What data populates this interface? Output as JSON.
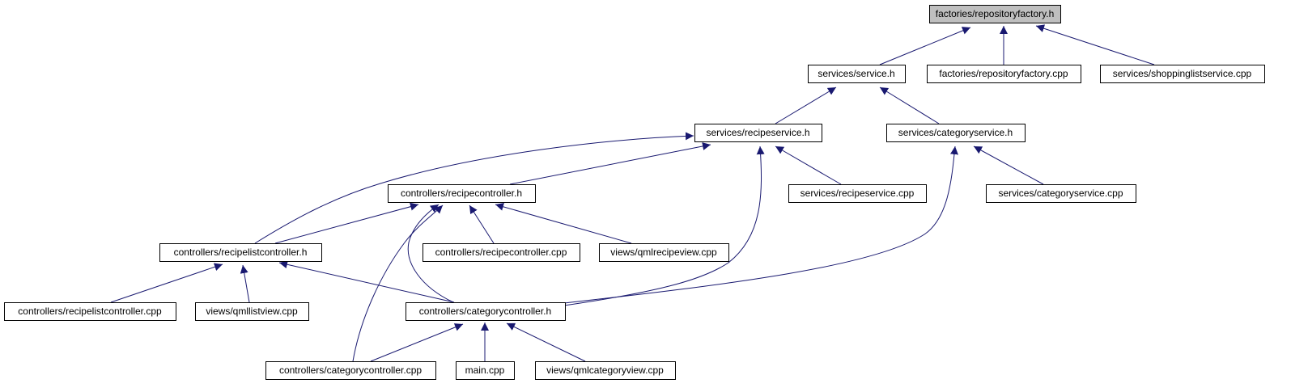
{
  "colors": {
    "edge": "#191970",
    "root_fill": "#bfbfbf",
    "node_fill": "#ffffff",
    "node_border": "#000000"
  },
  "nodes": {
    "repositoryfactory_h": "factories/repositoryfactory.h",
    "service_h": "services/service.h",
    "repositoryfactory_cpp": "factories/repositoryfactory.cpp",
    "shoppinglistservice_cpp": "services/shoppinglistservice.cpp",
    "recipeservice_h": "services/recipeservice.h",
    "categoryservice_h": "services/categoryservice.h",
    "recipecontroller_h": "controllers/recipecontroller.h",
    "recipeservice_cpp": "services/recipeservice.cpp",
    "categoryservice_cpp": "services/categoryservice.cpp",
    "recipelistcontroller_h": "controllers/recipelistcontroller.h",
    "recipecontroller_cpp": "controllers/recipecontroller.cpp",
    "qmlrecipeview_cpp": "views/qmlrecipeview.cpp",
    "recipelistcontroller_cpp": "controllers/recipelistcontroller.cpp",
    "qmllistview_cpp": "views/qmllistview.cpp",
    "categorycontroller_h": "controllers/categorycontroller.h",
    "categorycontroller_cpp": "controllers/categorycontroller.cpp",
    "main_cpp": "main.cpp",
    "qmlcategoryview_cpp": "views/qmlcategoryview.cpp"
  },
  "edges": [
    [
      "service_h",
      "repositoryfactory_h"
    ],
    [
      "repositoryfactory_cpp",
      "repositoryfactory_h"
    ],
    [
      "shoppinglistservice_cpp",
      "repositoryfactory_h"
    ],
    [
      "recipeservice_h",
      "service_h"
    ],
    [
      "categoryservice_h",
      "service_h"
    ],
    [
      "recipecontroller_h",
      "recipeservice_h"
    ],
    [
      "recipelistcontroller_h",
      "recipeservice_h"
    ],
    [
      "categorycontroller_h",
      "recipeservice_h"
    ],
    [
      "recipeservice_cpp",
      "recipeservice_h"
    ],
    [
      "categorycontroller_h",
      "categoryservice_h"
    ],
    [
      "categoryservice_cpp",
      "categoryservice_h"
    ],
    [
      "recipelistcontroller_h",
      "recipecontroller_h"
    ],
    [
      "recipecontroller_cpp",
      "recipecontroller_h"
    ],
    [
      "qmlrecipeview_cpp",
      "recipecontroller_h"
    ],
    [
      "categorycontroller_h",
      "recipecontroller_h"
    ],
    [
      "categorycontroller_cpp",
      "recipecontroller_h"
    ],
    [
      "recipelistcontroller_cpp",
      "recipelistcontroller_h"
    ],
    [
      "qmllistview_cpp",
      "recipelistcontroller_h"
    ],
    [
      "categorycontroller_h",
      "recipelistcontroller_h"
    ],
    [
      "categorycontroller_cpp",
      "categorycontroller_h"
    ],
    [
      "main_cpp",
      "categorycontroller_h"
    ],
    [
      "qmlcategoryview_cpp",
      "categorycontroller_h"
    ]
  ]
}
